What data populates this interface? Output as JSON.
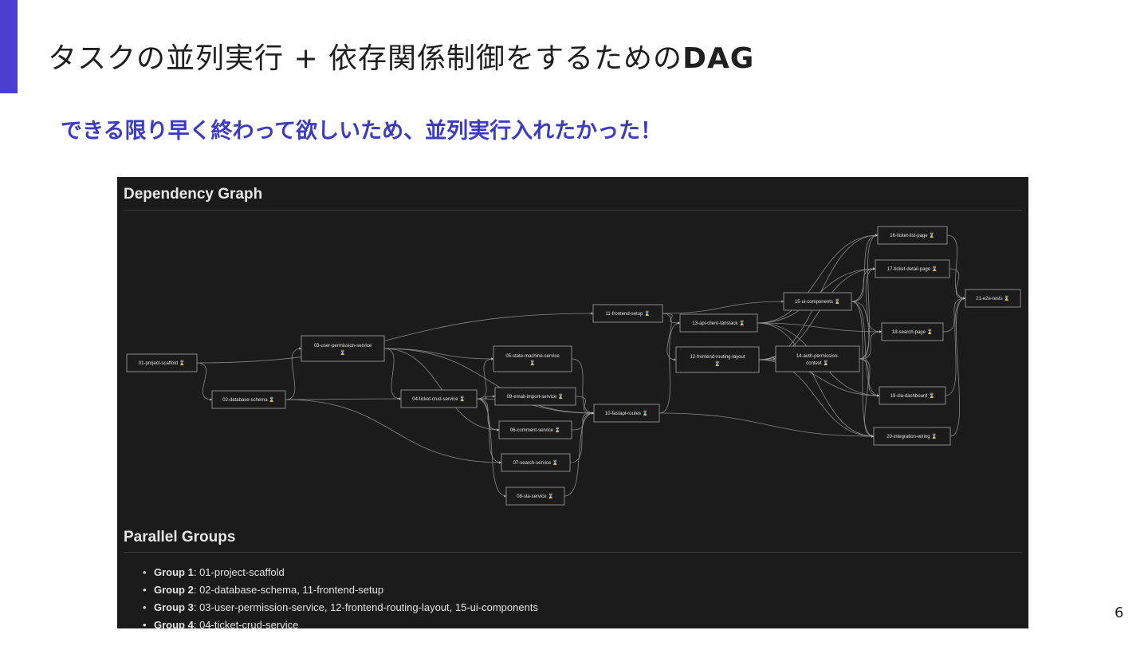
{
  "slide": {
    "title_main": "タスクの並列実行 + 依存関係制御をするための",
    "title_bold": "DAG",
    "subtitle": "できる限り早く終わって欲しいため、並列実行入れたかった！",
    "page_number": "6",
    "accent_color": "#4a3fd0",
    "subtitle_color": "#3b3bc4"
  },
  "screenshot": {
    "graph_heading": "Dependency Graph",
    "groups_heading": "Parallel Groups",
    "node_status_icon": "hourglass-icon",
    "nodes": [
      {
        "id": "01",
        "label": "01-project-scaffold ⌛"
      },
      {
        "id": "02",
        "label": "02-database-schema ⌛"
      },
      {
        "id": "03",
        "label": "03-user-permission-service",
        "label2": "⌛"
      },
      {
        "id": "04",
        "label": "04-ticket-crud-service ⌛"
      },
      {
        "id": "05",
        "label": "05-state-machine-service",
        "label2": "⌛"
      },
      {
        "id": "06",
        "label": "06-comment-service ⌛"
      },
      {
        "id": "07",
        "label": "07-search-service ⌛"
      },
      {
        "id": "08",
        "label": "08-sla-service ⌛"
      },
      {
        "id": "09",
        "label": "09-email-import-service ⌛"
      },
      {
        "id": "10",
        "label": "10-fastapi-routes ⌛"
      },
      {
        "id": "11",
        "label": "11-frontend-setup ⌛"
      },
      {
        "id": "12",
        "label": "12-frontend-routing-layout",
        "label2": "⌛"
      },
      {
        "id": "13",
        "label": "13-api-client-tanstack ⌛"
      },
      {
        "id": "14",
        "label": "14-auth-permission-",
        "label2": "context ⌛"
      },
      {
        "id": "15",
        "label": "15-ui-components ⌛"
      },
      {
        "id": "16",
        "label": "16-ticket-list-page ⌛"
      },
      {
        "id": "17",
        "label": "17-ticket-detail-page ⌛"
      },
      {
        "id": "18",
        "label": "18-search-page ⌛"
      },
      {
        "id": "19",
        "label": "19-sla-dashboard ⌛"
      },
      {
        "id": "20",
        "label": "20-integration-wiring ⌛"
      },
      {
        "id": "21",
        "label": "21-e2e-tests ⌛"
      }
    ],
    "edges": [
      [
        "01",
        "02"
      ],
      [
        "01",
        "11"
      ],
      [
        "02",
        "03"
      ],
      [
        "02",
        "04"
      ],
      [
        "02",
        "07"
      ],
      [
        "03",
        "04"
      ],
      [
        "03",
        "05"
      ],
      [
        "03",
        "10"
      ],
      [
        "03",
        "06"
      ],
      [
        "04",
        "05"
      ],
      [
        "04",
        "09"
      ],
      [
        "04",
        "06"
      ],
      [
        "04",
        "07"
      ],
      [
        "04",
        "08"
      ],
      [
        "04",
        "10"
      ],
      [
        "05",
        "10"
      ],
      [
        "06",
        "10"
      ],
      [
        "07",
        "10"
      ],
      [
        "08",
        "10"
      ],
      [
        "09",
        "10"
      ],
      [
        "10",
        "13"
      ],
      [
        "10",
        "20"
      ],
      [
        "11",
        "13"
      ],
      [
        "11",
        "12"
      ],
      [
        "11",
        "15"
      ],
      [
        "12",
        "14"
      ],
      [
        "12",
        "16"
      ],
      [
        "12",
        "17"
      ],
      [
        "12",
        "19"
      ],
      [
        "12",
        "20"
      ],
      [
        "13",
        "16"
      ],
      [
        "13",
        "17"
      ],
      [
        "13",
        "18"
      ],
      [
        "13",
        "19"
      ],
      [
        "13",
        "20"
      ],
      [
        "14",
        "16"
      ],
      [
        "14",
        "17"
      ],
      [
        "14",
        "18"
      ],
      [
        "14",
        "19"
      ],
      [
        "14",
        "20"
      ],
      [
        "15",
        "16"
      ],
      [
        "15",
        "17"
      ],
      [
        "15",
        "18"
      ],
      [
        "15",
        "19"
      ],
      [
        "15",
        "20"
      ],
      [
        "16",
        "21"
      ],
      [
        "17",
        "21"
      ],
      [
        "18",
        "21"
      ],
      [
        "19",
        "21"
      ],
      [
        "20",
        "21"
      ]
    ],
    "groups": [
      {
        "name": "Group 1",
        "items": "01-project-scaffold"
      },
      {
        "name": "Group 2",
        "items": "02-database-schema, 11-frontend-setup"
      },
      {
        "name": "Group 3",
        "items": "03-user-permission-service, 12-frontend-routing-layout, 15-ui-components"
      },
      {
        "name": "Group 4",
        "items": "04-ticket-crud-service"
      }
    ]
  }
}
